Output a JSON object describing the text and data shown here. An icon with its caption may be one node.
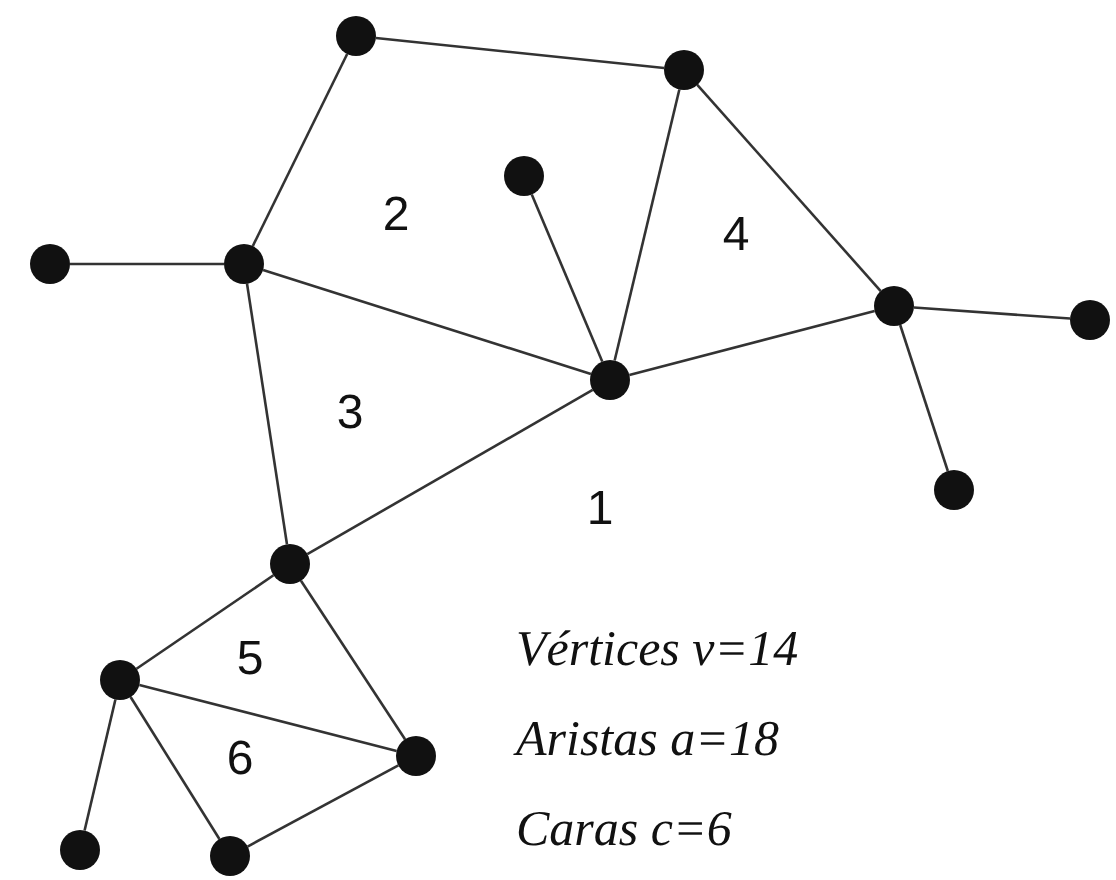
{
  "diagram": {
    "nodes": [
      {
        "text": [],
        "shape": "circle"
      },
      {
        "text": [],
        "shape": "circle"
      },
      {
        "text": [],
        "shape": "circle"
      },
      {
        "text": [],
        "shape": "circle"
      },
      {
        "text": [],
        "shape": "circle"
      },
      {
        "text": [],
        "shape": "circle"
      },
      {
        "text": [],
        "shape": "circle"
      },
      {
        "text": [],
        "shape": "circle"
      },
      {
        "text": [],
        "shape": "circle"
      },
      {
        "text": [],
        "shape": "circle"
      },
      {
        "text": [],
        "shape": "circle"
      },
      {
        "text": [],
        "shape": "circle"
      },
      {
        "text": [],
        "shape": "circle"
      },
      {
        "text": [],
        "shape": "circle"
      }
    ],
    "edges": [
      {
        "from": 0,
        "to": 1,
        "arrow": "none"
      },
      {
        "from": 0,
        "to": 4,
        "arrow": "none"
      },
      {
        "from": 1,
        "to": 7,
        "arrow": "none"
      },
      {
        "from": 1,
        "to": 5,
        "arrow": "none"
      },
      {
        "from": 2,
        "to": 7,
        "arrow": "none"
      },
      {
        "from": 3,
        "to": 4,
        "arrow": "none"
      },
      {
        "from": 4,
        "to": 7,
        "arrow": "none"
      },
      {
        "from": 4,
        "to": 9,
        "arrow": "none"
      },
      {
        "from": 5,
        "to": 7,
        "arrow": "none"
      },
      {
        "from": 5,
        "to": 6,
        "arrow": "none"
      },
      {
        "from": 5,
        "to": 8,
        "arrow": "none"
      },
      {
        "from": 7,
        "to": 9,
        "arrow": "none"
      },
      {
        "from": 9,
        "to": 10,
        "arrow": "none"
      },
      {
        "from": 9,
        "to": 11,
        "arrow": "none"
      },
      {
        "from": 10,
        "to": 11,
        "arrow": "none"
      },
      {
        "from": 10,
        "to": 12,
        "arrow": "none"
      },
      {
        "from": 10,
        "to": 13,
        "arrow": "none"
      },
      {
        "from": 13,
        "to": 11,
        "arrow": "none"
      }
    ],
    "labels": [
      "2",
      "4",
      "3",
      "1",
      "5",
      "Vértices v=14",
      "6",
      "Aristas a=18",
      "Caras c=6"
    ]
  }
}
